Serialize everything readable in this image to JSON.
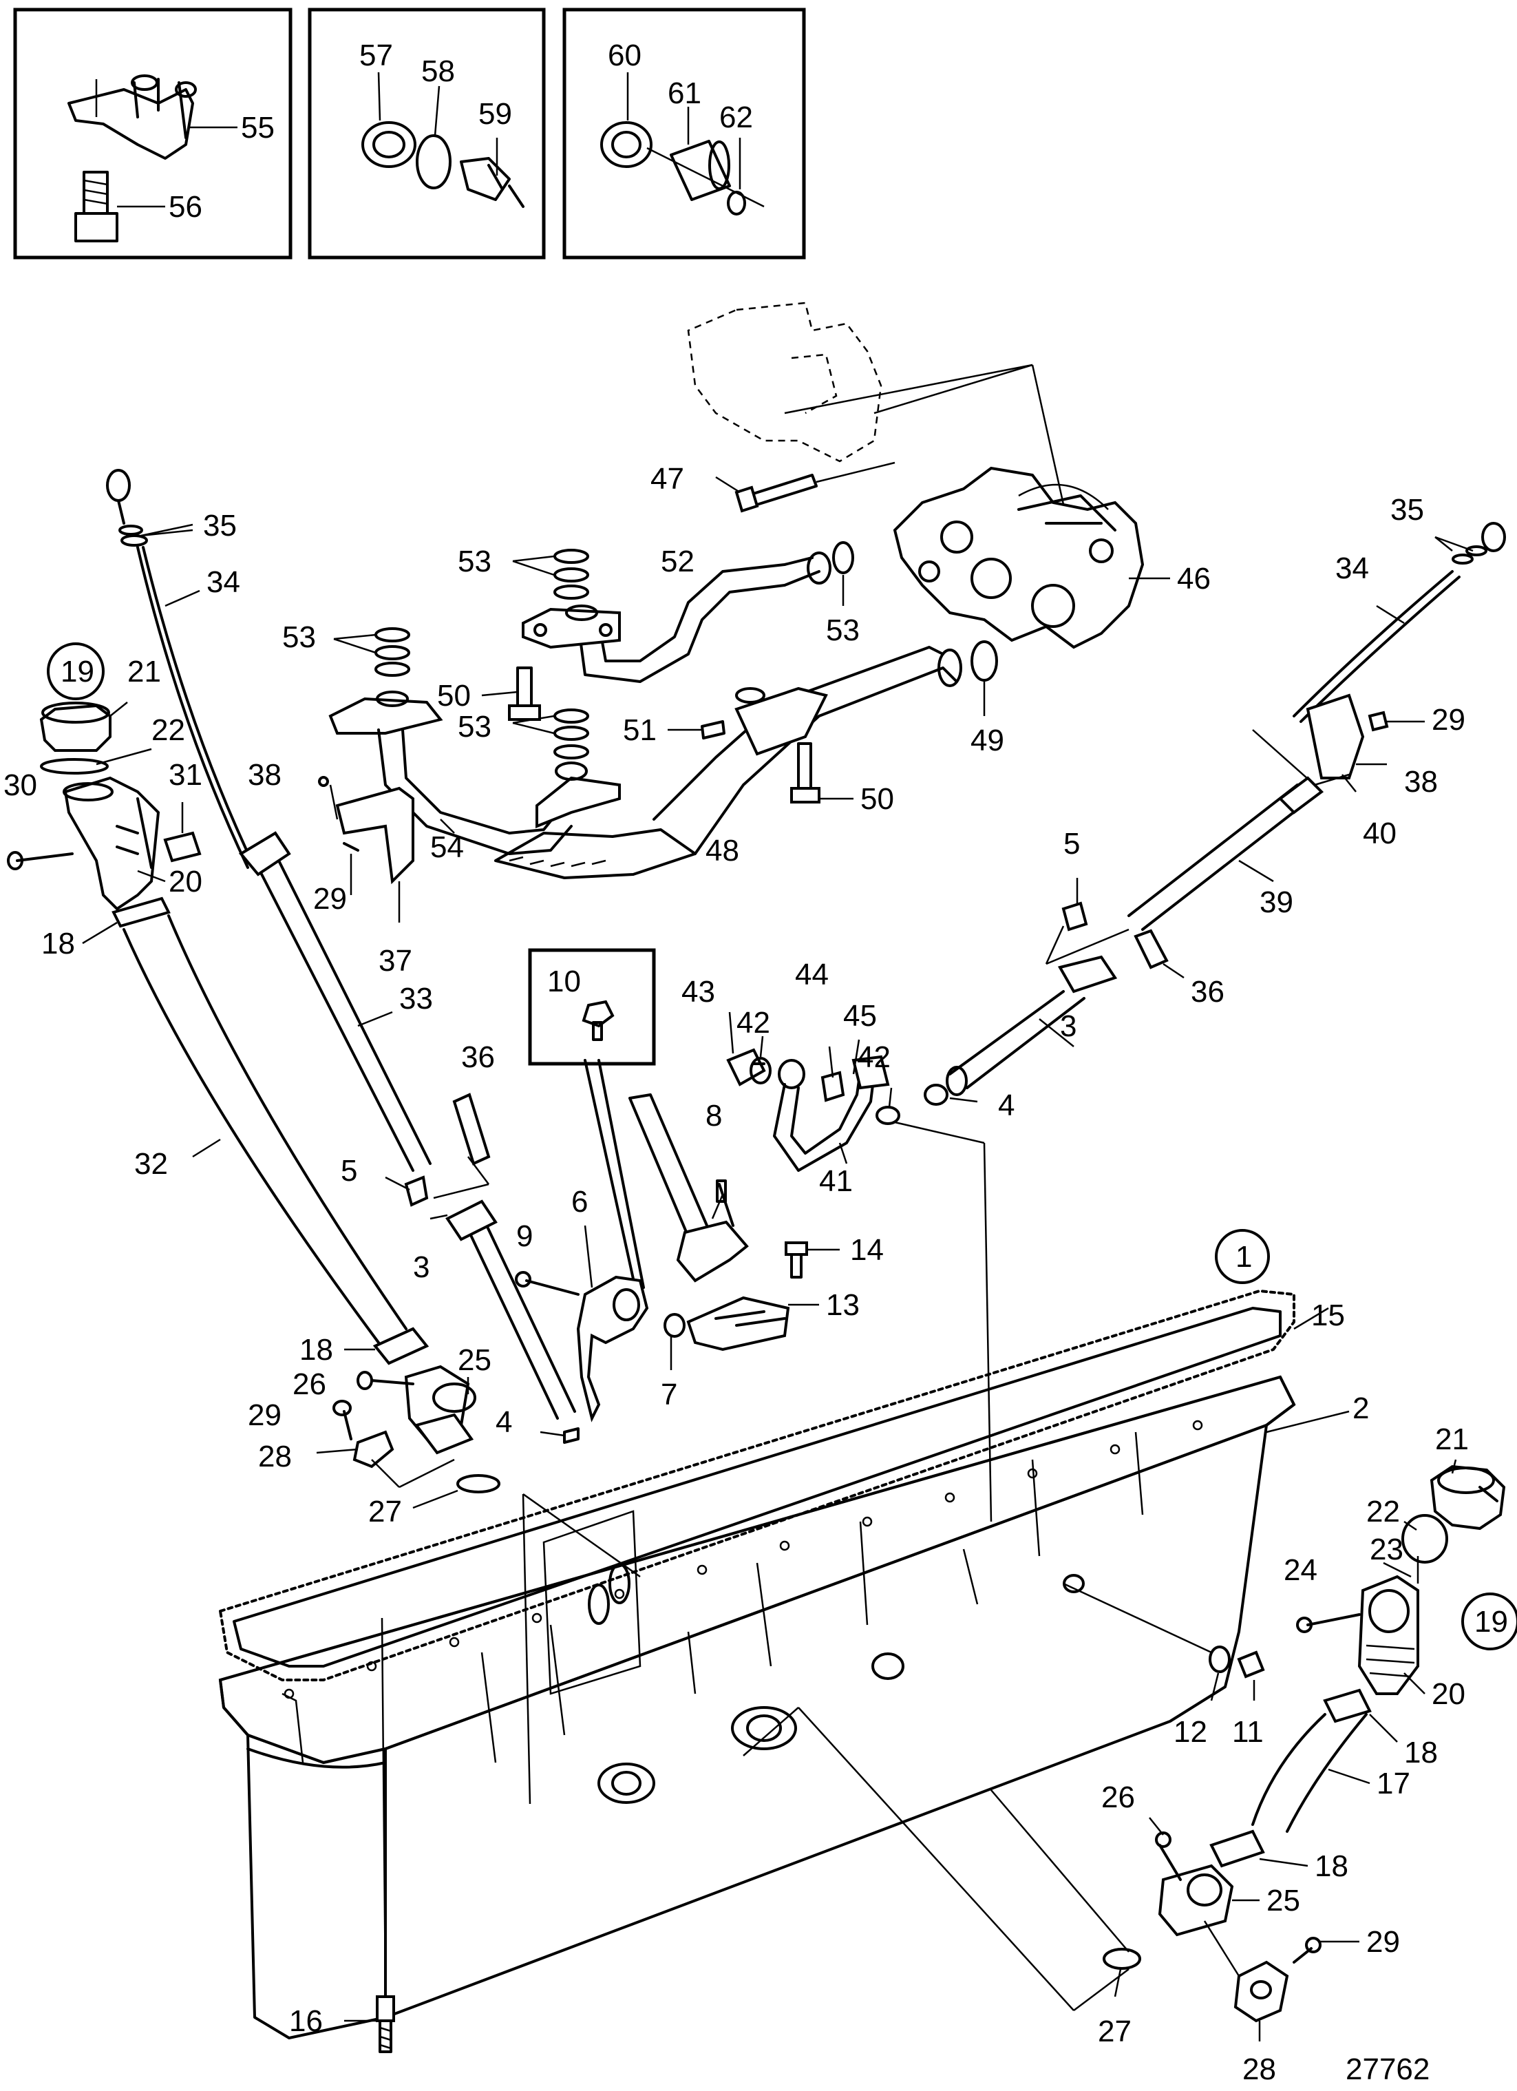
{
  "drawing_number": "27762",
  "inset_boxes": [
    {
      "name": "bracket-detail",
      "labels": [
        "55",
        "56"
      ]
    },
    {
      "name": "sender-detail",
      "labels": [
        "57",
        "58",
        "59"
      ]
    },
    {
      "name": "plug-detail",
      "labels": [
        "60",
        "61",
        "62"
      ]
    }
  ],
  "callouts": {
    "c1": "1",
    "c2": "2",
    "c3a": "3",
    "c3b": "3",
    "c4a": "4",
    "c4b": "4",
    "c5a": "5",
    "c5b": "5",
    "c6": "6",
    "c7": "7",
    "c8": "8",
    "c9": "9",
    "c10": "10",
    "c11": "11",
    "c12": "12",
    "c13": "13",
    "c14": "14",
    "c15": "15",
    "c16": "16",
    "c17": "17",
    "c18a": "18",
    "c18b": "18",
    "c18c": "18",
    "c18d": "18",
    "c19a": "19",
    "c19b": "19",
    "c20a": "20",
    "c20b": "20",
    "c21a": "21",
    "c21b": "21",
    "c22a": "22",
    "c22b": "22",
    "c23": "23",
    "c24": "24",
    "c25a": "25",
    "c25b": "25",
    "c26a": "26",
    "c26b": "26",
    "c27a": "27",
    "c27b": "27",
    "c28a": "28",
    "c28b": "28",
    "c29a": "29",
    "c29b": "29",
    "c29c": "29",
    "c29d": "29",
    "c30": "30",
    "c31": "31",
    "c32": "32",
    "c33": "33",
    "c34a": "34",
    "c34b": "34",
    "c35a": "35",
    "c35b": "35",
    "c36a": "36",
    "c36b": "36",
    "c37": "37",
    "c38a": "38",
    "c38b": "38",
    "c39": "39",
    "c40": "40",
    "c41": "41",
    "c42a": "42",
    "c42b": "42",
    "c43": "43",
    "c44": "44",
    "c45": "45",
    "c46": "46",
    "c47": "47",
    "c48": "48",
    "c49": "49",
    "c50a": "50",
    "c50b": "50",
    "c51": "51",
    "c52": "52",
    "c53a": "53",
    "c53b": "53",
    "c53c": "53",
    "c53d": "53",
    "c54": "54",
    "c55": "55",
    "c56": "56",
    "c57": "57",
    "c58": "58",
    "c59": "59",
    "c60": "60",
    "c61": "61",
    "c62": "62"
  },
  "colors": {
    "line": "#000000",
    "background": "#ffffff",
    "shade": "#d8d8d8"
  }
}
